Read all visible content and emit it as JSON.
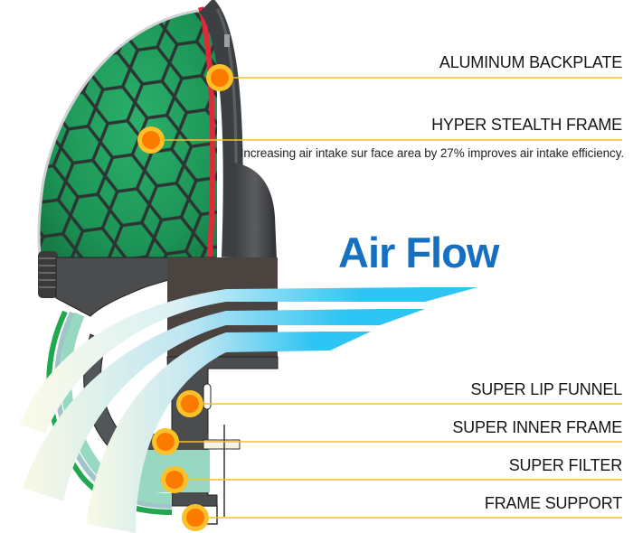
{
  "diagram": {
    "title": "Air Flow",
    "colors": {
      "leader_line": "#f5c02a",
      "dot_outer": "#fcc02b",
      "dot_inner": "#fb7b00",
      "airflow_title": "#1570c2",
      "airflow_arrow": "#2dc3f2",
      "filter_green": "#1f9a5c",
      "frame_red": "#e02a3a",
      "housing_dark": "#4a4c4e"
    },
    "callouts": [
      {
        "label": "ALUMINUM BACKPLATE"
      },
      {
        "label": "HYPER STEALTH FRAME",
        "description": "Increasing air intake sur face area by 27% improves air intake efficiency."
      },
      {
        "label": "SUPER LIP FUNNEL"
      },
      {
        "label": "SUPER INNER FRAME"
      },
      {
        "label": "SUPER FILTER"
      },
      {
        "label": "FRAME SUPPORT"
      }
    ]
  }
}
